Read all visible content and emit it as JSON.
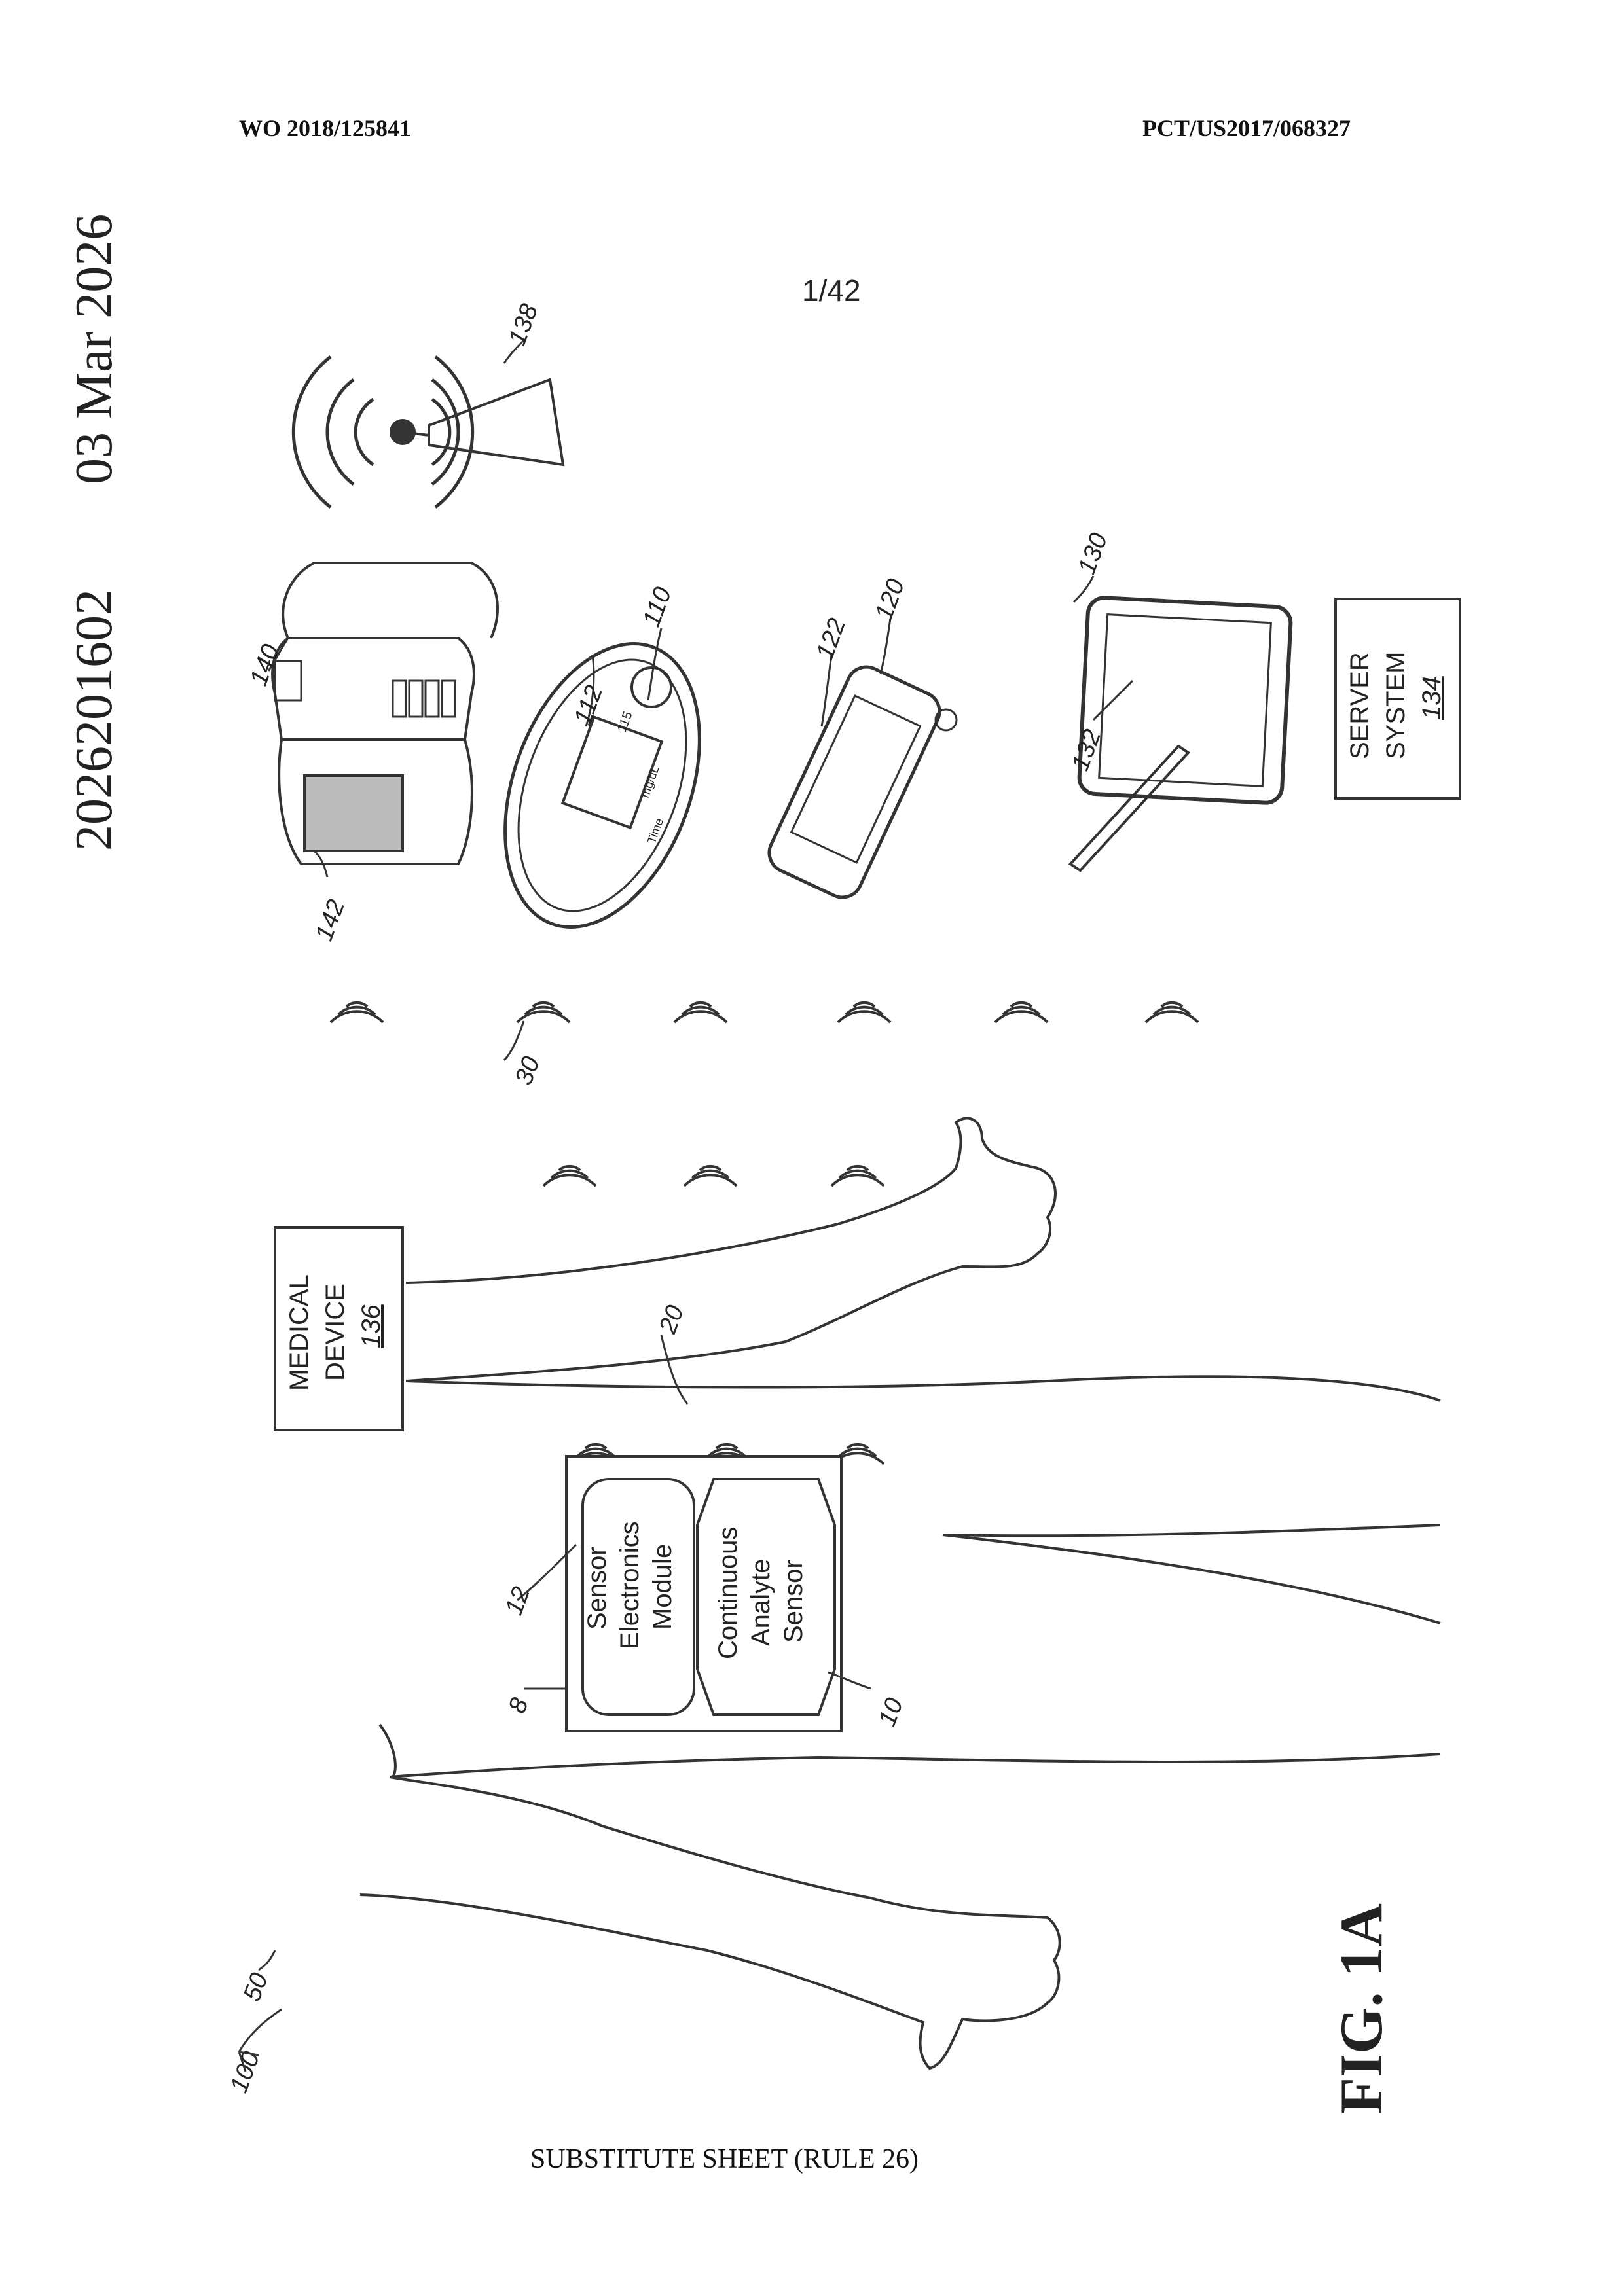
{
  "header": {
    "left": "WO 2018/125841",
    "right": "PCT/US2017/068327"
  },
  "sheet_number": "1/42",
  "side_text": {
    "number": "2026201602",
    "date": "03 Mar 2026"
  },
  "figure_label": "FIG. 1A",
  "footer": "SUBSTITUTE SHEET (RULE 26)",
  "components": {
    "sensor_electronics_module": [
      "Sensor",
      "Electronics",
      "Module"
    ],
    "continuous_analyte_sensor": [
      "Continuous",
      "Analyte",
      "Sensor"
    ],
    "medical_device": {
      "line1": "MEDICAL",
      "line2": "DEVICE",
      "ref": "136"
    },
    "server_system": {
      "line1": "SERVER",
      "line2": "SYSTEM",
      "ref": "134"
    },
    "receiver_screen": {
      "top": "115",
      "unit": "mg/dL",
      "axis": "Time"
    }
  },
  "reference_labels": {
    "system": "100",
    "host": "50",
    "sensor_system": "8",
    "sensor": "10",
    "module": "12",
    "signal_20": "20",
    "signal_30": "30",
    "receiver": "110",
    "receiver_display": "112",
    "smartphone": "120",
    "smartphone_display": "122",
    "tablet": "130",
    "tablet_display": "132",
    "tower": "138",
    "watch": "140",
    "watch_display": "142"
  }
}
